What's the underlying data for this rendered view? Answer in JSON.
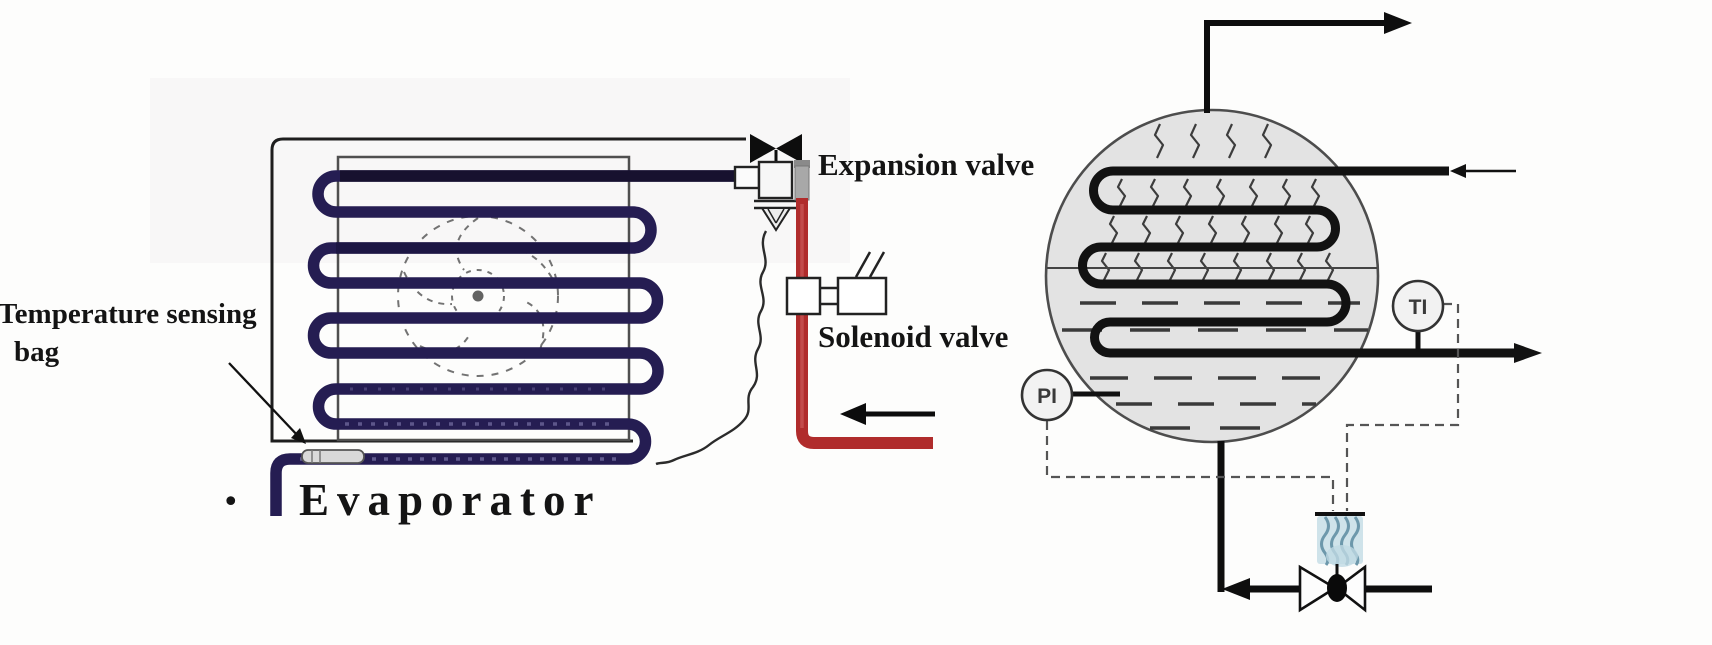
{
  "page": {
    "background": "#fdfdfc"
  },
  "labels": {
    "temperature_sensing_line1": "Temperature sensing",
    "temperature_sensing_line2": "bag",
    "evaporator": "Evaporator",
    "expansion_valve": "Expansion valve",
    "solenoid_valve": "Solenoid valve",
    "period_mark": "."
  },
  "instruments": {
    "pressure_indicator": "PI",
    "temperature_indicator": "TI"
  },
  "colors": {
    "coil_navy": "#251d52",
    "coil_dark": "#17112f",
    "pipe_red": "#b02c2c",
    "line_black": "#121212",
    "vessel_fill": "#e3e3e3",
    "vessel_stroke": "#4d4d4d",
    "actuator_blue": "#bfd9e4",
    "actuator_coil_blue": "#6d98ab",
    "signal_dash_gray": "#555555"
  }
}
